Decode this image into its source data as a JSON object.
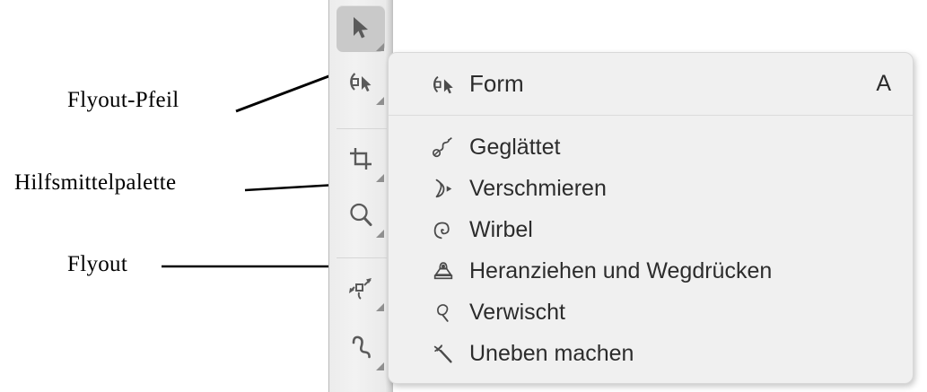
{
  "annotations": [
    {
      "id": "flyout-pfeil",
      "text": "Flyout-Pfeil"
    },
    {
      "id": "palette",
      "text": "Hilfsmittelpalette"
    },
    {
      "id": "flyout",
      "text": "Flyout"
    }
  ],
  "tool_palette": {
    "tools": [
      {
        "name": "pick-tool",
        "icon": "arrow-pointer-icon",
        "selected": true,
        "has_flyout": true
      },
      {
        "name": "shape-tool",
        "icon": "shape-node-icon",
        "selected": false,
        "has_flyout": true
      },
      {
        "name": "crop-tool",
        "icon": "crop-icon",
        "selected": false,
        "has_flyout": true
      },
      {
        "name": "zoom-tool",
        "icon": "magnifier-icon",
        "selected": false,
        "has_flyout": true
      },
      {
        "name": "transform-tool",
        "icon": "free-transform-icon",
        "selected": false,
        "has_flyout": true
      },
      {
        "name": "curve-tool",
        "icon": "freehand-curve-icon",
        "selected": false,
        "has_flyout": true
      }
    ]
  },
  "flyout": {
    "header": {
      "icon": "shape-node-icon",
      "label": "Form",
      "shortcut": "A"
    },
    "items": [
      {
        "icon": "smooth-icon",
        "label": "Geglättet"
      },
      {
        "icon": "smear-icon",
        "label": "Verschmieren"
      },
      {
        "icon": "swirl-icon",
        "label": "Wirbel"
      },
      {
        "icon": "attract-icon",
        "label": "Heranziehen und Wegdrücken"
      },
      {
        "icon": "smudge-icon",
        "label": "Verwischt"
      },
      {
        "icon": "roughen-icon",
        "label": "Uneben machen"
      }
    ]
  },
  "colors": {
    "panel_bg": "#f0f0f0",
    "palette_bg": "#eeeeee",
    "selected_tool": "#c9c9c9",
    "icon_stroke": "#555555",
    "text": "#2c2c2c",
    "annotation_text": "#000000"
  }
}
